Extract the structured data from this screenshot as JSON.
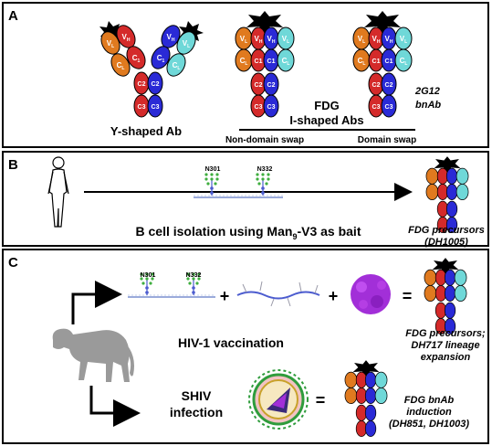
{
  "panels": {
    "a": {
      "letter": "A",
      "y_ab_label": "Y-shaped Ab",
      "fdg_label": "FDG",
      "i_shaped_label": "I-shaped Abs",
      "non_domain_swap_label": "Non-domain swap",
      "domain_swap_label": "Domain swap",
      "bnab_name": "2G12",
      "bnab_suffix": "bnAb"
    },
    "b": {
      "letter": "B",
      "caption_prefix": "B cell isolation using Man",
      "caption_sub": "9",
      "caption_suffix": "-V3 as bait",
      "glycan_left": "N301",
      "glycan_right": "N332",
      "result_line1": "FDG precursors",
      "result_line2": "(DH1005)"
    },
    "c": {
      "letter": "C",
      "glycan_left": "N301",
      "glycan_right": "N332",
      "plus": "+",
      "equals": "=",
      "vaccination_label": "HIV-1 vaccination",
      "vacc_result_line1": "FDG precursors;",
      "vacc_result_line2": "DH717 lineage",
      "vacc_result_line3": "expansion",
      "shiv_line1": "SHIV",
      "shiv_line2": "infection",
      "shiv_result_line1": "FDG bnAb",
      "shiv_result_line2": "induction",
      "shiv_result_line3": "(DH851, DH1003)"
    }
  },
  "domains": {
    "vh": "V",
    "vh_sub": "H",
    "vl": "V",
    "vl_sub": "L",
    "ch1": "C",
    "ch1_sub": "1",
    "cl": "C",
    "cl_sub": "L",
    "c2": "C2",
    "c3": "C3"
  },
  "colors": {
    "heavy_red": "#d42a2a",
    "heavy_blue": "#2a2ad6",
    "light_orange": "#e07a1f",
    "light_cyan": "#6fd8d8",
    "glycan_black": "#000000",
    "glycan_green": "#3fae3f",
    "glycan_blue": "#4c5ccf",
    "nanoparticle_purple": "#a22fd8",
    "virus_green": "#2f9c3c",
    "monkey_gray": "#9a9a9a"
  }
}
